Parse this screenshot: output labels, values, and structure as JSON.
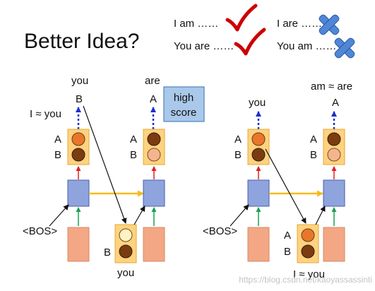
{
  "title": "Better Idea?",
  "examples": {
    "good1": "I am ……",
    "good2": "You are ……",
    "bad1": "I are ……",
    "bad2": "You am ……"
  },
  "left": {
    "top_word1": "you",
    "top_word2": "are",
    "approx": "I ≈ you",
    "high_score_line1": "high",
    "high_score_line2": "score",
    "bos": "<BOS>",
    "bottom_word": "you",
    "letter_a": "A",
    "letter_b": "B"
  },
  "right": {
    "top_word1": "you",
    "top_word2": "am ≈ are",
    "bos": "<BOS>",
    "bottom_word": "I ≈ you",
    "letter_a": "A",
    "letter_b": "B"
  },
  "watermark": "https://blog.csdn.net/kaoyassassinti",
  "colors": {
    "check": "#cc0000",
    "cross_fill": "#4f86d6",
    "cross_stroke": "#2a5aa8",
    "cell_box": "#ffd27f",
    "cell_box_border": "#e0a93a",
    "hidden_box": "#8fa3dd",
    "hidden_box_border": "#4a5fa8",
    "input_box": "#f3a784",
    "input_box_border": "#d98a66",
    "circle_dark": "#7a3c10",
    "circle_orange": "#e8772b",
    "circle_light": "#f3b58e",
    "circle_cream": "#fff2c6",
    "high_score_fill": "#a9c8ea",
    "high_score_border": "#4f81bd",
    "arrow_red": "#e02020",
    "arrow_green": "#1aa050",
    "arrow_yellow": "#f5bd1a",
    "arrow_blue_dotted": "#1a2ed0"
  }
}
